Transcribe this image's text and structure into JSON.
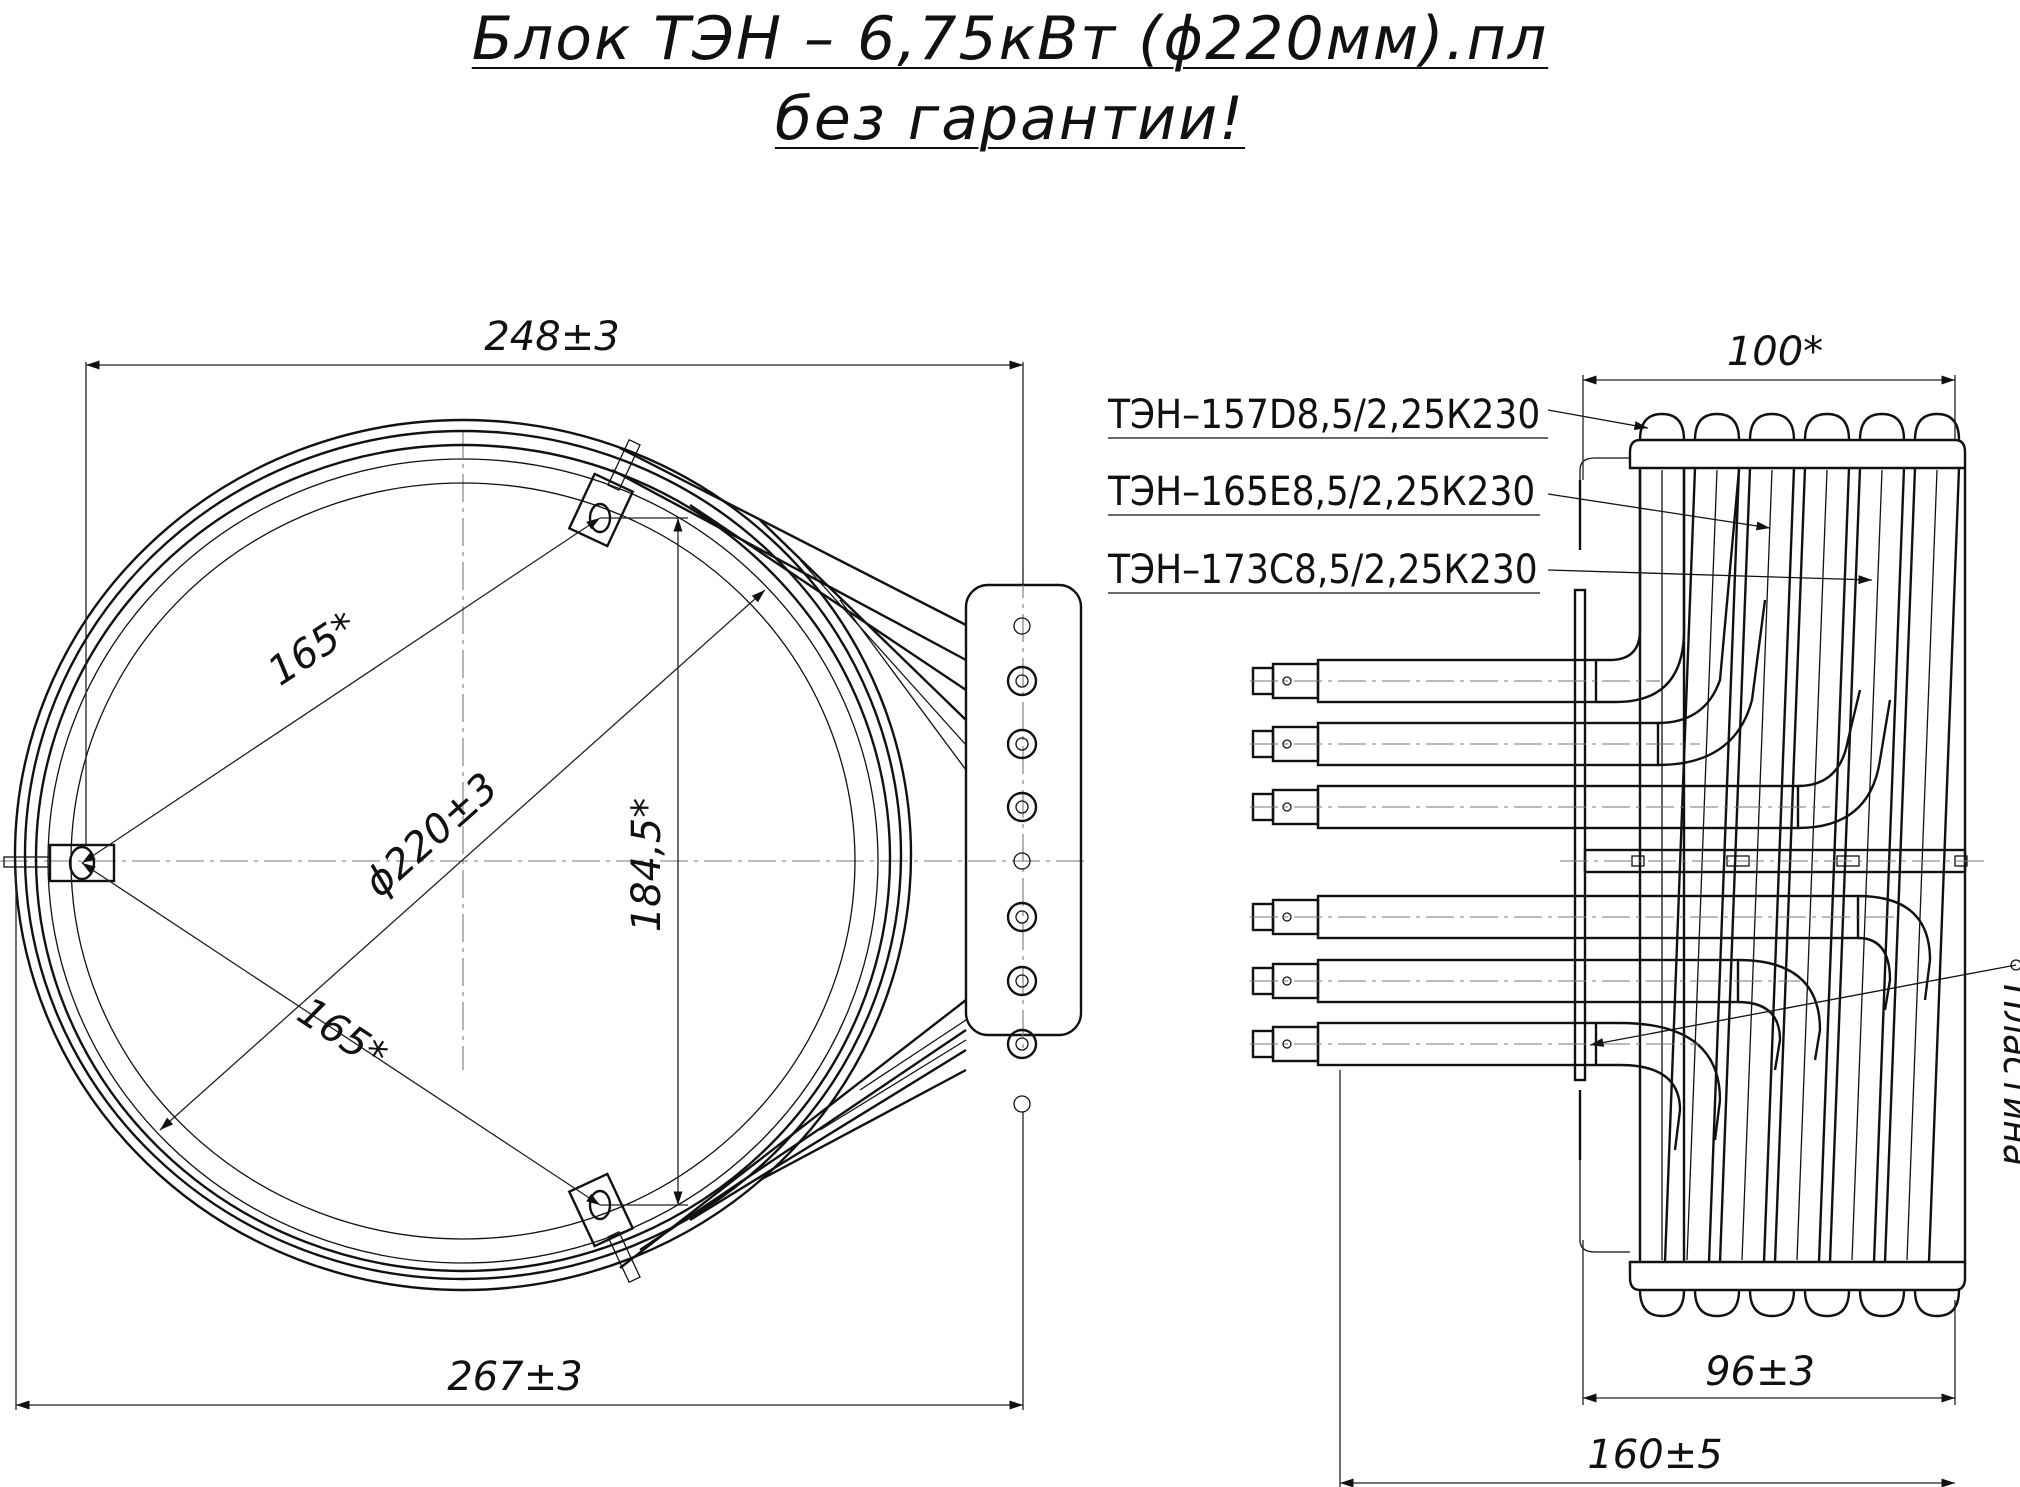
{
  "title": {
    "line1": "Блок ТЭН – 6,75кВт (ϕ220мм).пл",
    "line2": "без гарантии!"
  },
  "front_view": {
    "dims": {
      "top_width": "248±3",
      "bottom_width": "267±3",
      "diameter": "ϕ220±3",
      "span_upper": "165*",
      "span_lower": "165*",
      "height": "184,5*"
    }
  },
  "side_view": {
    "dims": {
      "top_width": "100*",
      "inner_width": "96±3",
      "overall_width": "160±5"
    },
    "labels": {
      "element_1": "ТЭН–157D8,5/2,25К230",
      "element_2": "ТЭН–165E8,5/2,25К230",
      "element_3": "ТЭН–173C8,5/2,25К230",
      "plate": "Пластина"
    }
  }
}
